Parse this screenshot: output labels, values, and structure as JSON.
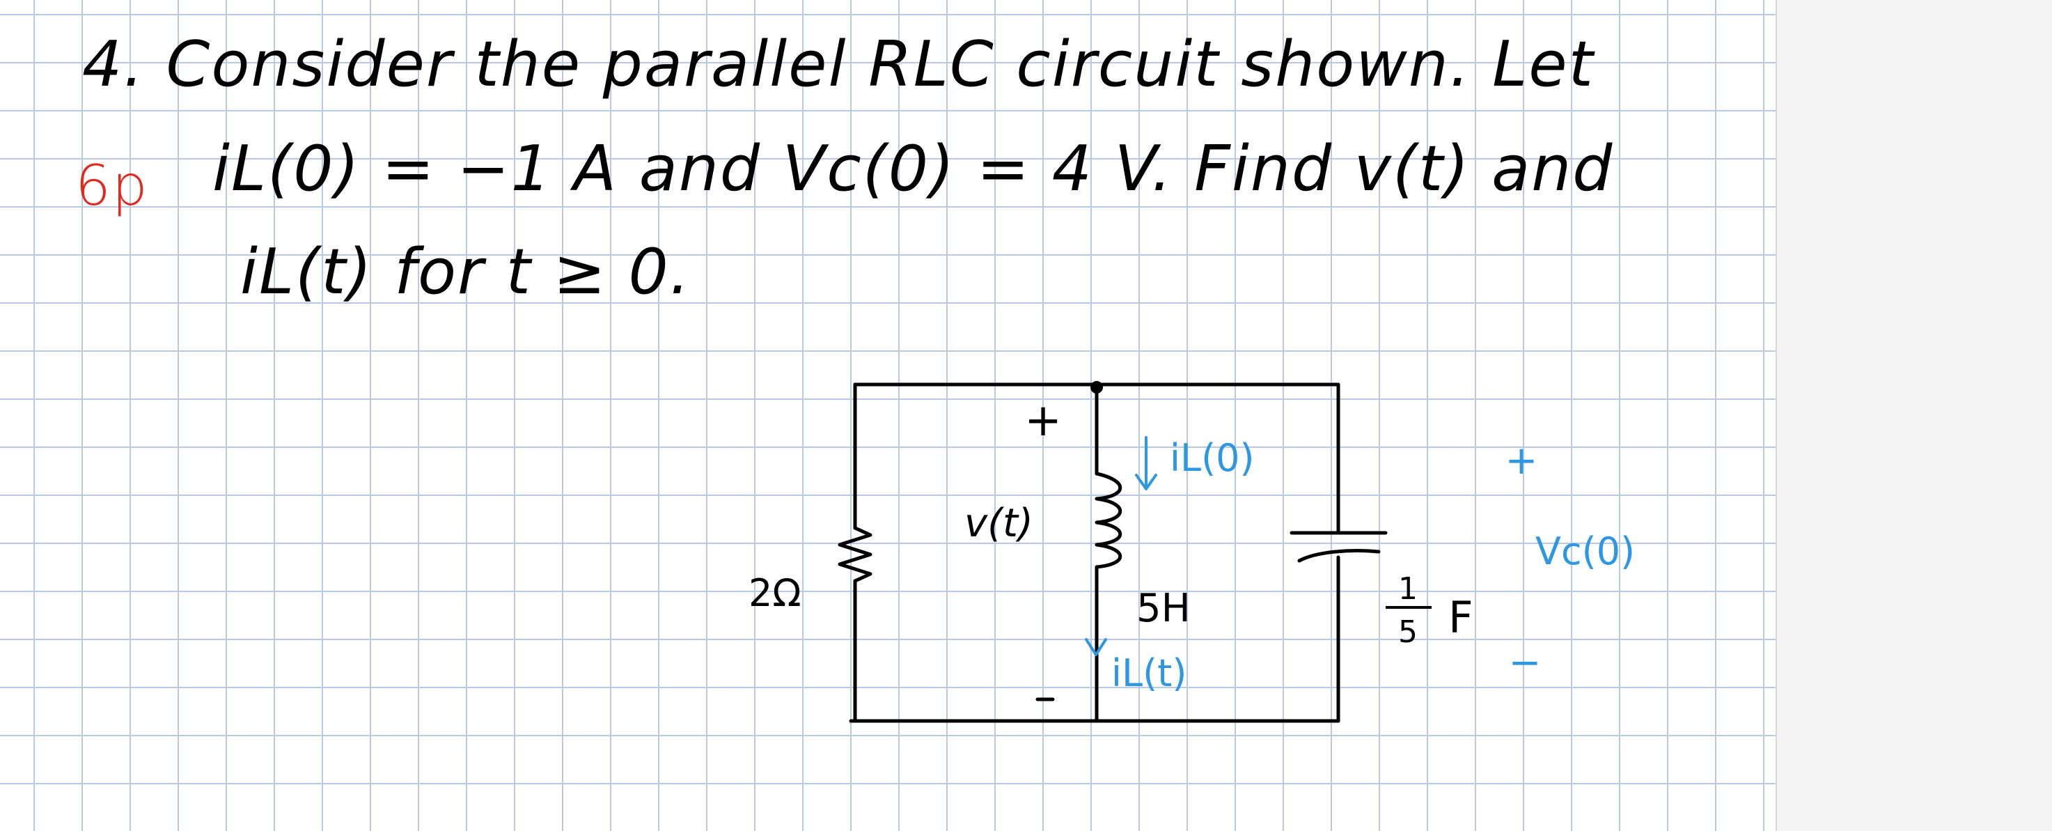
{
  "problem": {
    "line1": "4. Consider the parallel RLC circuit shown. Let",
    "line2": "iL(0) = −1 A  and  Vc(0) = 4 V.   Find v(t) and",
    "line3": "iL(t)  for  t ≥ 0.",
    "points": "6p"
  },
  "circuit": {
    "resistor_label": "2Ω",
    "inductor_label": "5H",
    "capacitor_numerator": "1",
    "capacitor_denominator": "5",
    "capacitor_unit": "F",
    "voltage_label": "v(t)",
    "plus_sign": "+",
    "minus_sign": "−",
    "il0_label": "iL(0)",
    "ilt_label": "iL(t)",
    "vc0_label": "Vc(0)",
    "vc0_plus": "+",
    "vc0_minus": "−"
  },
  "colors": {
    "ink": "#000000",
    "annotation_blue": "#2f97e0",
    "points_red": "#e0291f",
    "grid": "#b9c9e4"
  }
}
